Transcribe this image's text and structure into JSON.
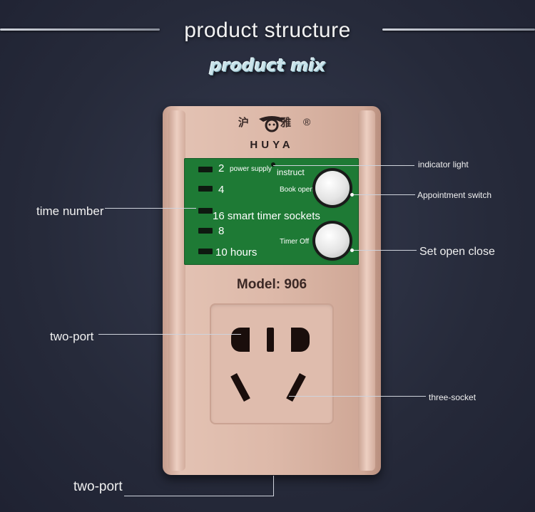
{
  "header": {
    "title": "product structure",
    "subtitle": "product mix"
  },
  "device": {
    "brand_cn": "沪 雅",
    "brand": "HUYA",
    "registered": "®",
    "panel": {
      "numbers": [
        "2",
        "4",
        "8"
      ],
      "power_supply": "power supply",
      "instruct": "instruct",
      "book_open": "Book open",
      "timer_off": "Timer Off",
      "main_text": "16 smart timer sockets",
      "hours": "10 hours"
    },
    "model": "Model: 906"
  },
  "callouts": {
    "indicator_light": "indicator light",
    "appointment_switch": "Appointment switch",
    "set_open_close": "Set open close",
    "time_number": "time number",
    "two_port_left": "two-port",
    "three_socket": "three-socket",
    "two_port_bottom": "two-port"
  },
  "colors": {
    "background": "#262a3a",
    "device_body": "#ddb9a9",
    "panel_green": "#1e7a35",
    "subtitle": "#c9e3ea"
  }
}
